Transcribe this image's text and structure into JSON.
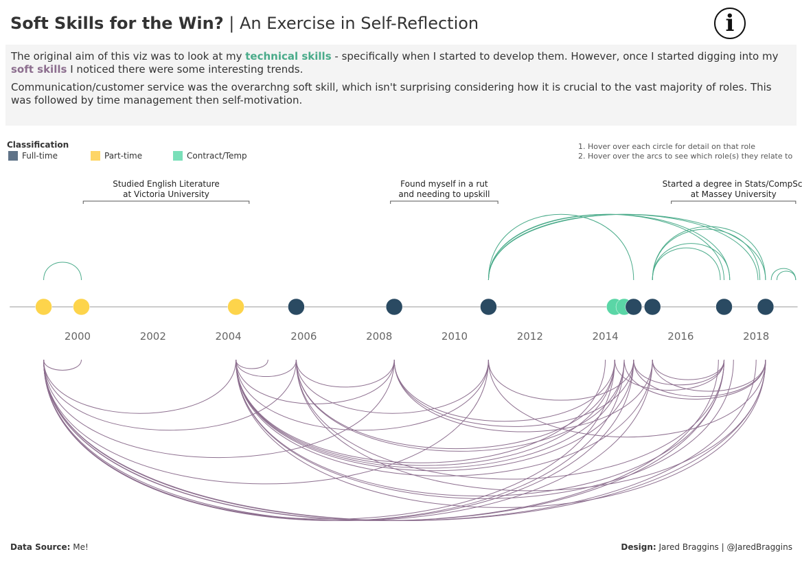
{
  "header": {
    "title_bold": "Soft Skills for the Win?",
    "title_rest": " | An Exercise in Self-Reflection",
    "info_icon": "info-icon"
  },
  "description": {
    "p1_a": "The original aim of this viz was to look at my ",
    "p1_tech": "technical skills",
    "p1_b": " - specifically when I started to develop them. However, once I started digging into my ",
    "p1_soft": "soft skills",
    "p1_c": " I noticed there were some interesting trends.",
    "p2": "Communication/customer service was the overarchng soft skill, which isn't surprising considering how it is crucial to the vast majority of roles. This was followed by time management then self-motivation."
  },
  "legend": {
    "title": "Classification",
    "items": [
      {
        "label": "Full-time",
        "color": "#5f7388"
      },
      {
        "label": "Part-time",
        "color": "#fdd566"
      },
      {
        "label": "Contract/Temp",
        "color": "#7adfb9"
      }
    ]
  },
  "notes": [
    "1. Hover over each circle for detail on that role",
    "2. Hover over the arcs to see which role(s) they relate to"
  ],
  "footer": {
    "source_label": "Data Source:",
    "source_value": " Me!",
    "design_label": "Design:",
    "design_value": " Jared Braggins | @JaredBraggins"
  },
  "chart_data": {
    "type": "arc-timeline",
    "x_ticks": [
      2000,
      2002,
      2004,
      2006,
      2008,
      2010,
      2012,
      2014,
      2016,
      2018
    ],
    "xlim": [
      1998.2,
      2019.1
    ],
    "colors": {
      "Full-time": "#2a4a62",
      "Part-time": "#fdd44b",
      "Contract/Temp": "#5ad6a6",
      "technical": "#4aab8a",
      "soft": "#8c6e8e"
    },
    "annotations": [
      {
        "line1": "Studied English Literature",
        "line2": "at Victoria University",
        "from": 2000.15,
        "to": 2004.55
      },
      {
        "line1": "Found myself in a rut",
        "line2": "and needing to upskill",
        "from": 2008.3,
        "to": 2011.15
      },
      {
        "line1": "Started a degree in Stats/CompSci",
        "line2": "at Massey University",
        "from": 2015.75,
        "to": 2019.05
      }
    ],
    "roles": [
      {
        "start": 1999.1,
        "class": "Part-time"
      },
      {
        "start": 2000.1,
        "class": "Part-time"
      },
      {
        "start": 2004.2,
        "class": "Part-time"
      },
      {
        "start": 2005.8,
        "class": "Full-time"
      },
      {
        "start": 2008.4,
        "class": "Full-time"
      },
      {
        "start": 2010.9,
        "class": "Full-time"
      },
      {
        "start": 2014.25,
        "class": "Contract/Temp"
      },
      {
        "start": 2014.5,
        "class": "Contract/Temp"
      },
      {
        "start": 2014.75,
        "class": "Full-time"
      },
      {
        "start": 2015.25,
        "class": "Full-time"
      },
      {
        "start": 2017.15,
        "class": "Full-time"
      },
      {
        "start": 2018.25,
        "class": "Full-time"
      }
    ],
    "technical_arcs": [
      [
        1999.1,
        2000.1
      ],
      [
        2010.9,
        2014.75
      ],
      [
        2010.9,
        2017.15
      ],
      [
        2010.9,
        2018.25
      ],
      [
        2010.9,
        2018.05
      ],
      [
        2010.9,
        2017.3
      ],
      [
        2015.25,
        2018.25
      ],
      [
        2015.25,
        2017.3
      ],
      [
        2015.25,
        2018.1
      ],
      [
        2015.25,
        2017.05
      ],
      [
        2018.4,
        2019.05
      ],
      [
        2018.55,
        2019.05
      ]
    ],
    "soft_arcs": [
      [
        1999.1,
        2000.1
      ],
      [
        1999.1,
        2004.2
      ],
      [
        1999.1,
        2005.8
      ],
      [
        1999.1,
        2008.4
      ],
      [
        1999.1,
        2010.9
      ],
      [
        1999.1,
        2014.25
      ],
      [
        1999.1,
        2014.5
      ],
      [
        1999.1,
        2014.75
      ],
      [
        1999.1,
        2015.25
      ],
      [
        1999.1,
        2017.15
      ],
      [
        1999.1,
        2018.25
      ],
      [
        1999.1,
        2018.0
      ],
      [
        1999.1,
        2017.0
      ],
      [
        2004.2,
        2005.05
      ],
      [
        2004.2,
        2005.8
      ],
      [
        2004.2,
        2008.4
      ],
      [
        2004.2,
        2010.9
      ],
      [
        2004.2,
        2014.25
      ],
      [
        2004.2,
        2014.5
      ],
      [
        2004.2,
        2014.75
      ],
      [
        2004.2,
        2015.25
      ],
      [
        2004.2,
        2017.15
      ],
      [
        2004.2,
        2018.25
      ],
      [
        2004.2,
        2014.0
      ],
      [
        2004.2,
        2017.4
      ],
      [
        2005.8,
        2008.4
      ],
      [
        2005.8,
        2010.9
      ],
      [
        2005.8,
        2014.25
      ],
      [
        2005.8,
        2014.5
      ],
      [
        2005.8,
        2017.15
      ],
      [
        2005.8,
        2018.25
      ],
      [
        2008.4,
        2014.25
      ],
      [
        2008.4,
        2014.75
      ],
      [
        2008.4,
        2015.25
      ],
      [
        2010.9,
        2014.75
      ],
      [
        2010.9,
        2018.25
      ],
      [
        2014.25,
        2017.15
      ],
      [
        2014.5,
        2018.25
      ],
      [
        2014.75,
        2017.15
      ],
      [
        2015.25,
        2017.15
      ],
      [
        2015.25,
        2018.25
      ],
      [
        2014.75,
        2018.25
      ]
    ]
  }
}
